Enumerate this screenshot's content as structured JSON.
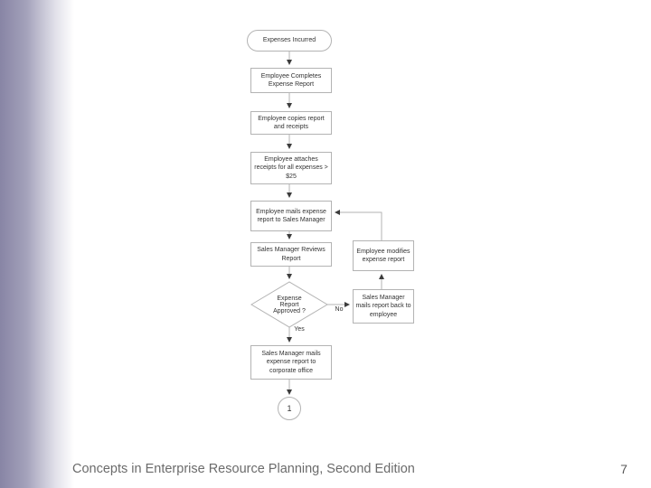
{
  "slide": {
    "footer_text": "Concepts in Enterprise Resource Planning, Second Edition",
    "page_number": "7"
  },
  "theme": {
    "accent_gradient_start": "#8885a5",
    "accent_gradient_end": "#ffffff",
    "connector_line_color": "#b3b3b3",
    "arrowhead_color": "#3c3c3c",
    "node_text_color": "#333333",
    "footer_text_color": "#6b6b6b"
  },
  "flowchart": {
    "start": "Expenses Incurred",
    "steps": [
      "Employee Completes Expense Report",
      "Employee copies report and receipts",
      "Employee attaches receipts for all expenses > $25",
      "Employee mails expense report to Sales Manager",
      "Sales Manager Reviews Report"
    ],
    "decision": "Expense Report Approved ?",
    "decision_yes": "Yes",
    "decision_no": "No",
    "approved_step": "Sales Manager mails expense report to corporate office",
    "rejected": {
      "mail_back": "Sales Manager mails report back to employee",
      "modify": "Employee modifies expense report"
    },
    "connector_label": "1"
  }
}
